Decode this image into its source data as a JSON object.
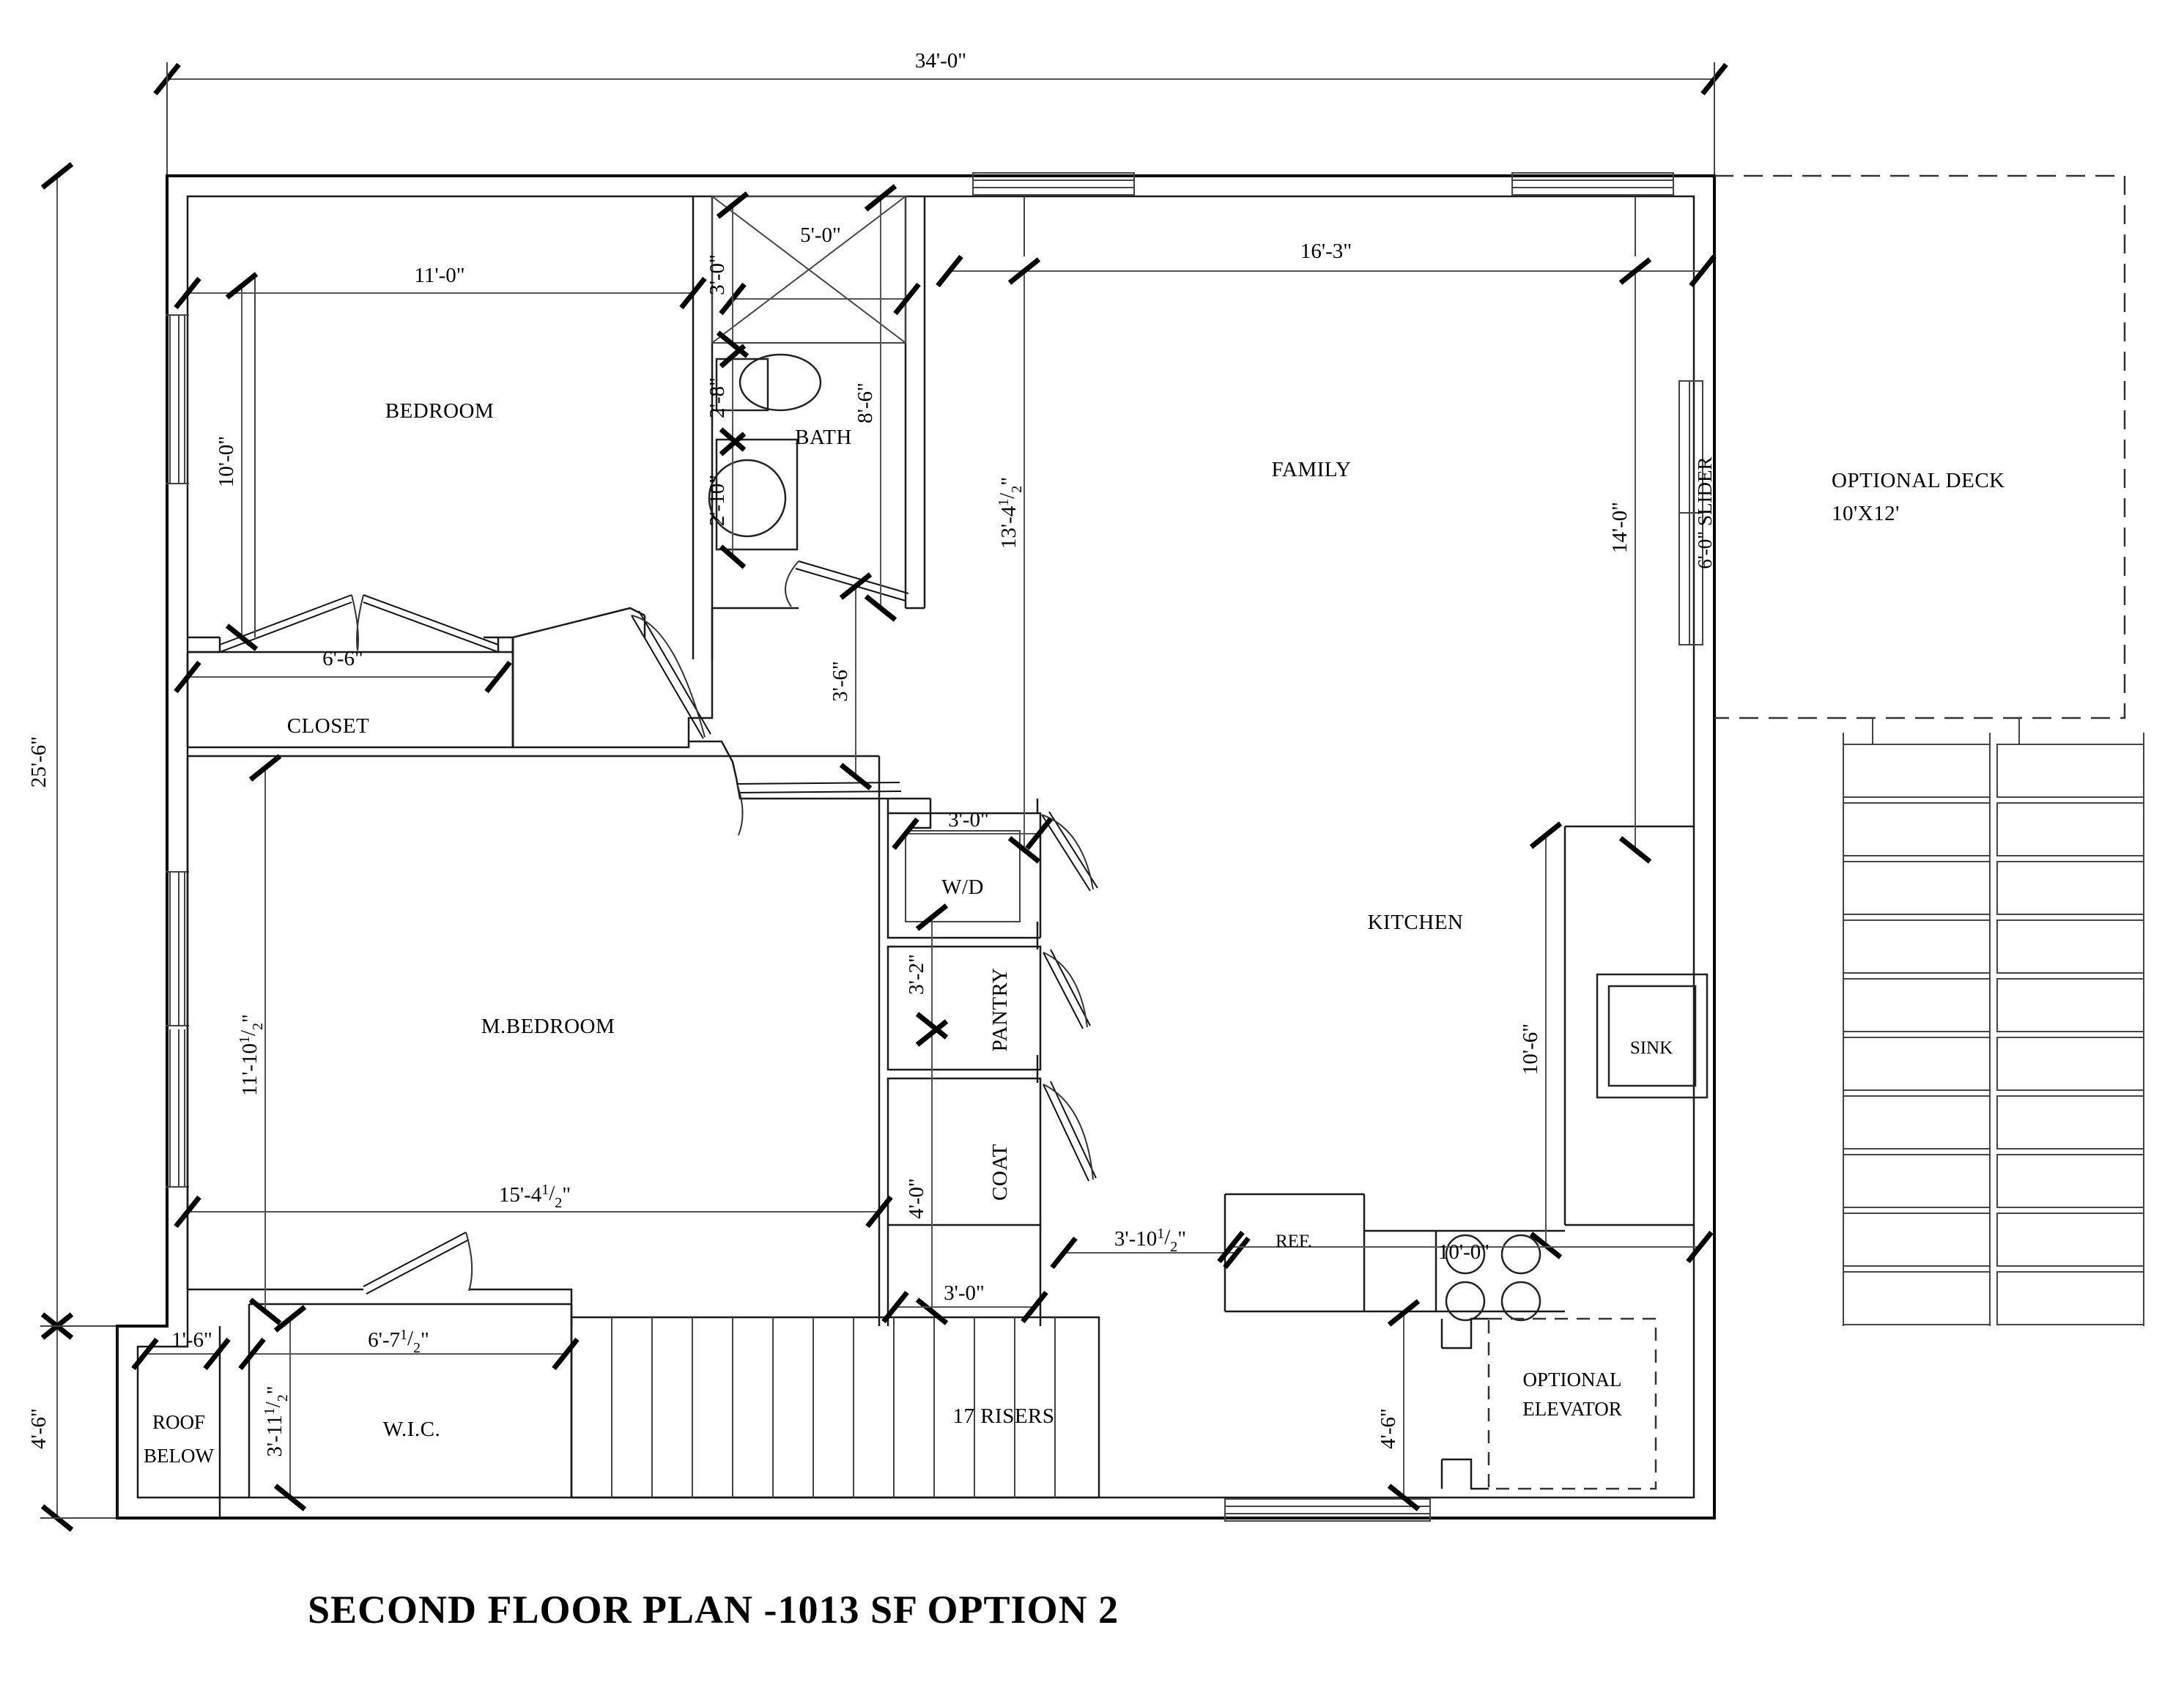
{
  "drawing": {
    "title": "SECOND FLOOR PLAN -1013 SF    OPTION 2",
    "sheet_type": "architectural-floor-plan"
  },
  "overall_dimensions": {
    "width": "34'-0\"",
    "height": "25'-6\"",
    "bottom_left_offset": "4'-6\""
  },
  "rooms": [
    {
      "name": "BEDROOM",
      "width": "11'-0\"",
      "depth": "10'-0\""
    },
    {
      "name": "BATH",
      "width": "5'-0\"",
      "depth": "8'-6\""
    },
    {
      "name": "FAMILY",
      "width": "16'-3\"",
      "depth": "13'-4",
      "depth_frac": "1/2"
    },
    {
      "name": "CLOSET",
      "width": "6'-6\""
    },
    {
      "name": "M.BEDROOM",
      "width": "15'-4",
      "width_frac": "1/2",
      "depth": "11'-10",
      "depth_frac": "1/2"
    },
    {
      "name": "W.I.C.",
      "width": "6'-7",
      "width_frac": "1/2",
      "depth": "3'-11",
      "depth_frac": "1/2"
    },
    {
      "name": "KITCHEN",
      "counter_depth": "10'-6\"",
      "counter_run": "10'-0\""
    },
    {
      "name": "PANTRY",
      "width": "3'-2\""
    },
    {
      "name": "COAT",
      "width": "4'-0\"",
      "door": "3'-0\""
    },
    {
      "name": "W/D",
      "width": "3'-0\""
    },
    {
      "name": "ROOF BELOW",
      "width": "1'-6\""
    },
    {
      "name": "OPTIONAL ELEVATOR"
    },
    {
      "name": "OPTIONAL DECK",
      "size": "10'X12'"
    }
  ],
  "room_labels": {
    "bedroom": "BEDROOM",
    "bath": "BATH",
    "family": "FAMILY",
    "closet": "CLOSET",
    "m_bedroom": "M.BEDROOM",
    "wic": "W.I.C.",
    "kitchen": "KITCHEN",
    "pantry": "PANTRY",
    "coat": "COAT",
    "wd": "W/D",
    "sink": "SINK",
    "ref": "REF.",
    "roof_below_1": "ROOF",
    "roof_below_2": "BELOW",
    "elevator_1": "OPTIONAL",
    "elevator_2": "ELEVATOR",
    "deck_1": "OPTIONAL DECK",
    "deck_2": "10'X12'",
    "risers": "17 RISERS",
    "slider": "6'-0\" SLIDER"
  },
  "dimensions": {
    "overall_width": "34'-0\"",
    "overall_height": "25'-6\"",
    "bedroom_width": "11'-0\"",
    "bedroom_depth": "10'-0\"",
    "bath_width": "5'-0\"",
    "bath_closet_width": "3'-0\"",
    "bath_depth": "8'-6\"",
    "vanity": "2'-8\"",
    "toilet": "2'-10\"",
    "family_width": "16'-3\"",
    "family_depth_whole": "13'-4",
    "family_depth_frac_num": "1",
    "family_depth_frac_den": "2",
    "slider_wall": "14'-0\"",
    "slider_label": "6'-0\" SLIDER",
    "closet_width": "6'-6\"",
    "mbed_depth_whole": "11'-10",
    "mbed_depth_frac_num": "1",
    "mbed_depth_frac_den": "2",
    "mbed_width_whole": "15'-4",
    "mbed_width_frac_num": "1",
    "mbed_width_frac_den": "2",
    "hall_width": "3'-6\"",
    "wd_width": "3'-0\"",
    "pantry_width": "3'-2\"",
    "coat_width": "4'-0\"",
    "coat_door": "3'-0\"",
    "coat_to_ref_whole": "3'-10",
    "coat_to_ref_frac_num": "1",
    "coat_to_ref_frac_den": "2",
    "kitchen_counter_depth": "10'-6\"",
    "kitchen_counter_run": "10'-0\"",
    "elevator_depth": "4'-6\"",
    "roof_below_width": "1'-6\"",
    "roof_below_depth": "4'-6\"",
    "wic_width_whole": "6'-7",
    "wic_width_frac_num": "1",
    "wic_width_frac_den": "2",
    "wic_depth_whole": "3'-11",
    "wic_depth_frac_num": "1",
    "wic_depth_frac_den": "2"
  },
  "colors": {
    "wall": "#000000",
    "dimension_line": "#555555",
    "dashed_optional": "#333333",
    "background": "#ffffff"
  }
}
